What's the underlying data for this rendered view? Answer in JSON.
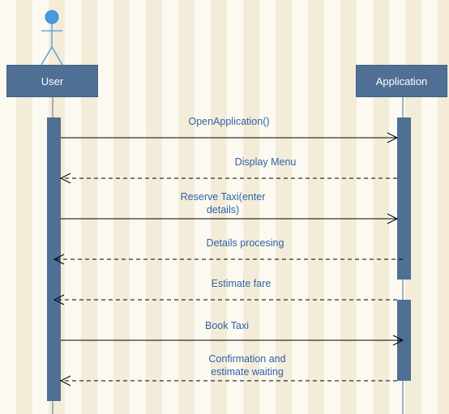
{
  "colors": {
    "lifeline_box": "#4f6f95",
    "activation": "#4f6f95",
    "actor": "#4a9ae0",
    "label": "#2e63a8",
    "line": "#000000"
  },
  "participants": {
    "user": {
      "label": "User",
      "icon": "stick-figure-actor-icon"
    },
    "application": {
      "label": "Application"
    }
  },
  "messages": [
    {
      "id": "open-application",
      "label": "OpenApplication()",
      "from": "user",
      "to": "application",
      "type": "sync"
    },
    {
      "id": "display-menu",
      "label": "Display Menu",
      "from": "application",
      "to": "user",
      "type": "return"
    },
    {
      "id": "reserve-taxi",
      "label": "Reserve Taxi(enter\ndetails)",
      "from": "user",
      "to": "application",
      "type": "sync"
    },
    {
      "id": "details-processing",
      "label": "Details procesing",
      "from": "application",
      "to": "user",
      "type": "return"
    },
    {
      "id": "estimate-fare",
      "label": "Estimate fare",
      "from": "application",
      "to": "user",
      "type": "return"
    },
    {
      "id": "book-taxi",
      "label": "Book Taxi",
      "from": "user",
      "to": "application",
      "type": "sync"
    },
    {
      "id": "confirmation",
      "label": "Confirmation and\nestimate waiting",
      "from": "application",
      "to": "user",
      "type": "return"
    }
  ]
}
